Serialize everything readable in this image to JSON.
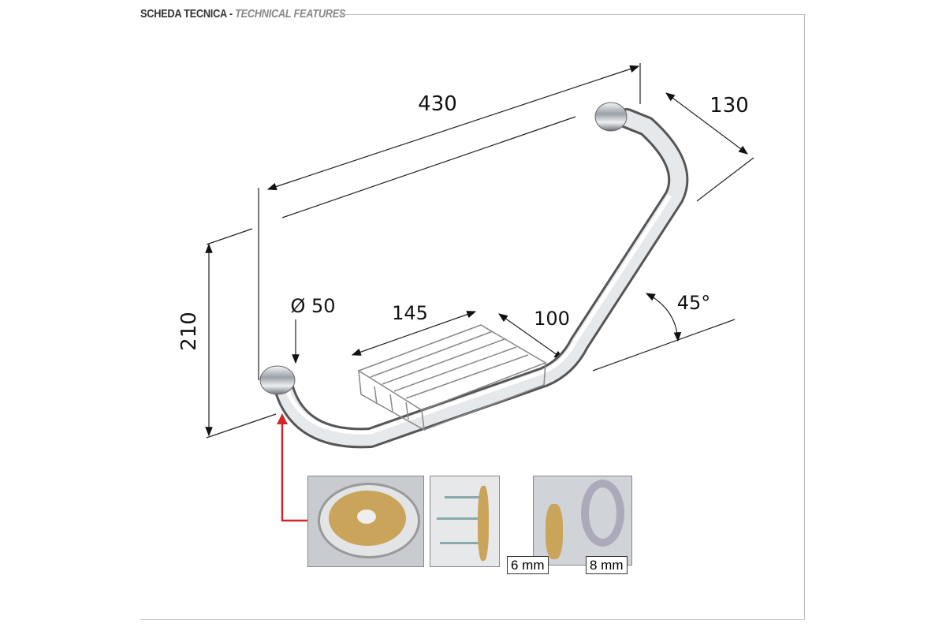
{
  "header": {
    "title": "SCHEDA TECNICA",
    "separator": " - ",
    "subtitle": "TECHNICAL FEATURES"
  },
  "dimensions": {
    "length": "430",
    "depth": "130",
    "height": "210",
    "diameter": "Ø 50",
    "basket_width": "145",
    "basket_depth": "100",
    "angle": "45°"
  },
  "details": {
    "brass_thickness": "6 mm",
    "ring_thickness": "8 mm"
  },
  "colors": {
    "callout": "#d0282a",
    "brass": "#c9a45a",
    "chrome": "#cfd3d8"
  }
}
